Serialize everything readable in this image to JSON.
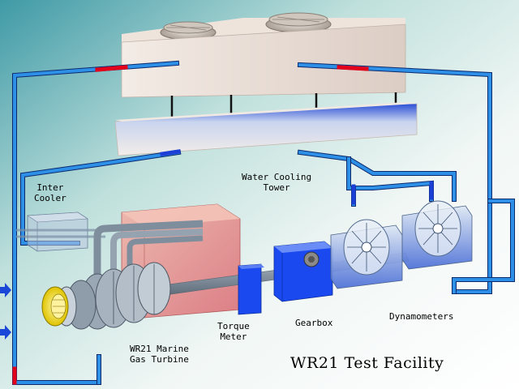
{
  "title": "WR21 Test Facility",
  "labels": {
    "water_cooling_tower": "Water Cooling\nTower",
    "inter_cooler": "Inter\nCooler",
    "gas_turbine": "WR21 Marine\nGas Turbine",
    "torque_meter": "Torque\nMeter",
    "gearbox": "Gearbox",
    "dynamometers": "Dynamometers"
  },
  "colors": {
    "background_light": "#e6f2ef",
    "background_dark": "#4fa6b0",
    "pipe": "#1f7fd6",
    "pipe_hot": "#e2001a",
    "pipe_cold": "#1c3fd6",
    "tower_box": "#ede3dc",
    "turbine_enclosure": "#e38a8a",
    "torque_meter": "#1144ee",
    "dynamometer": "#8fb0dc"
  }
}
